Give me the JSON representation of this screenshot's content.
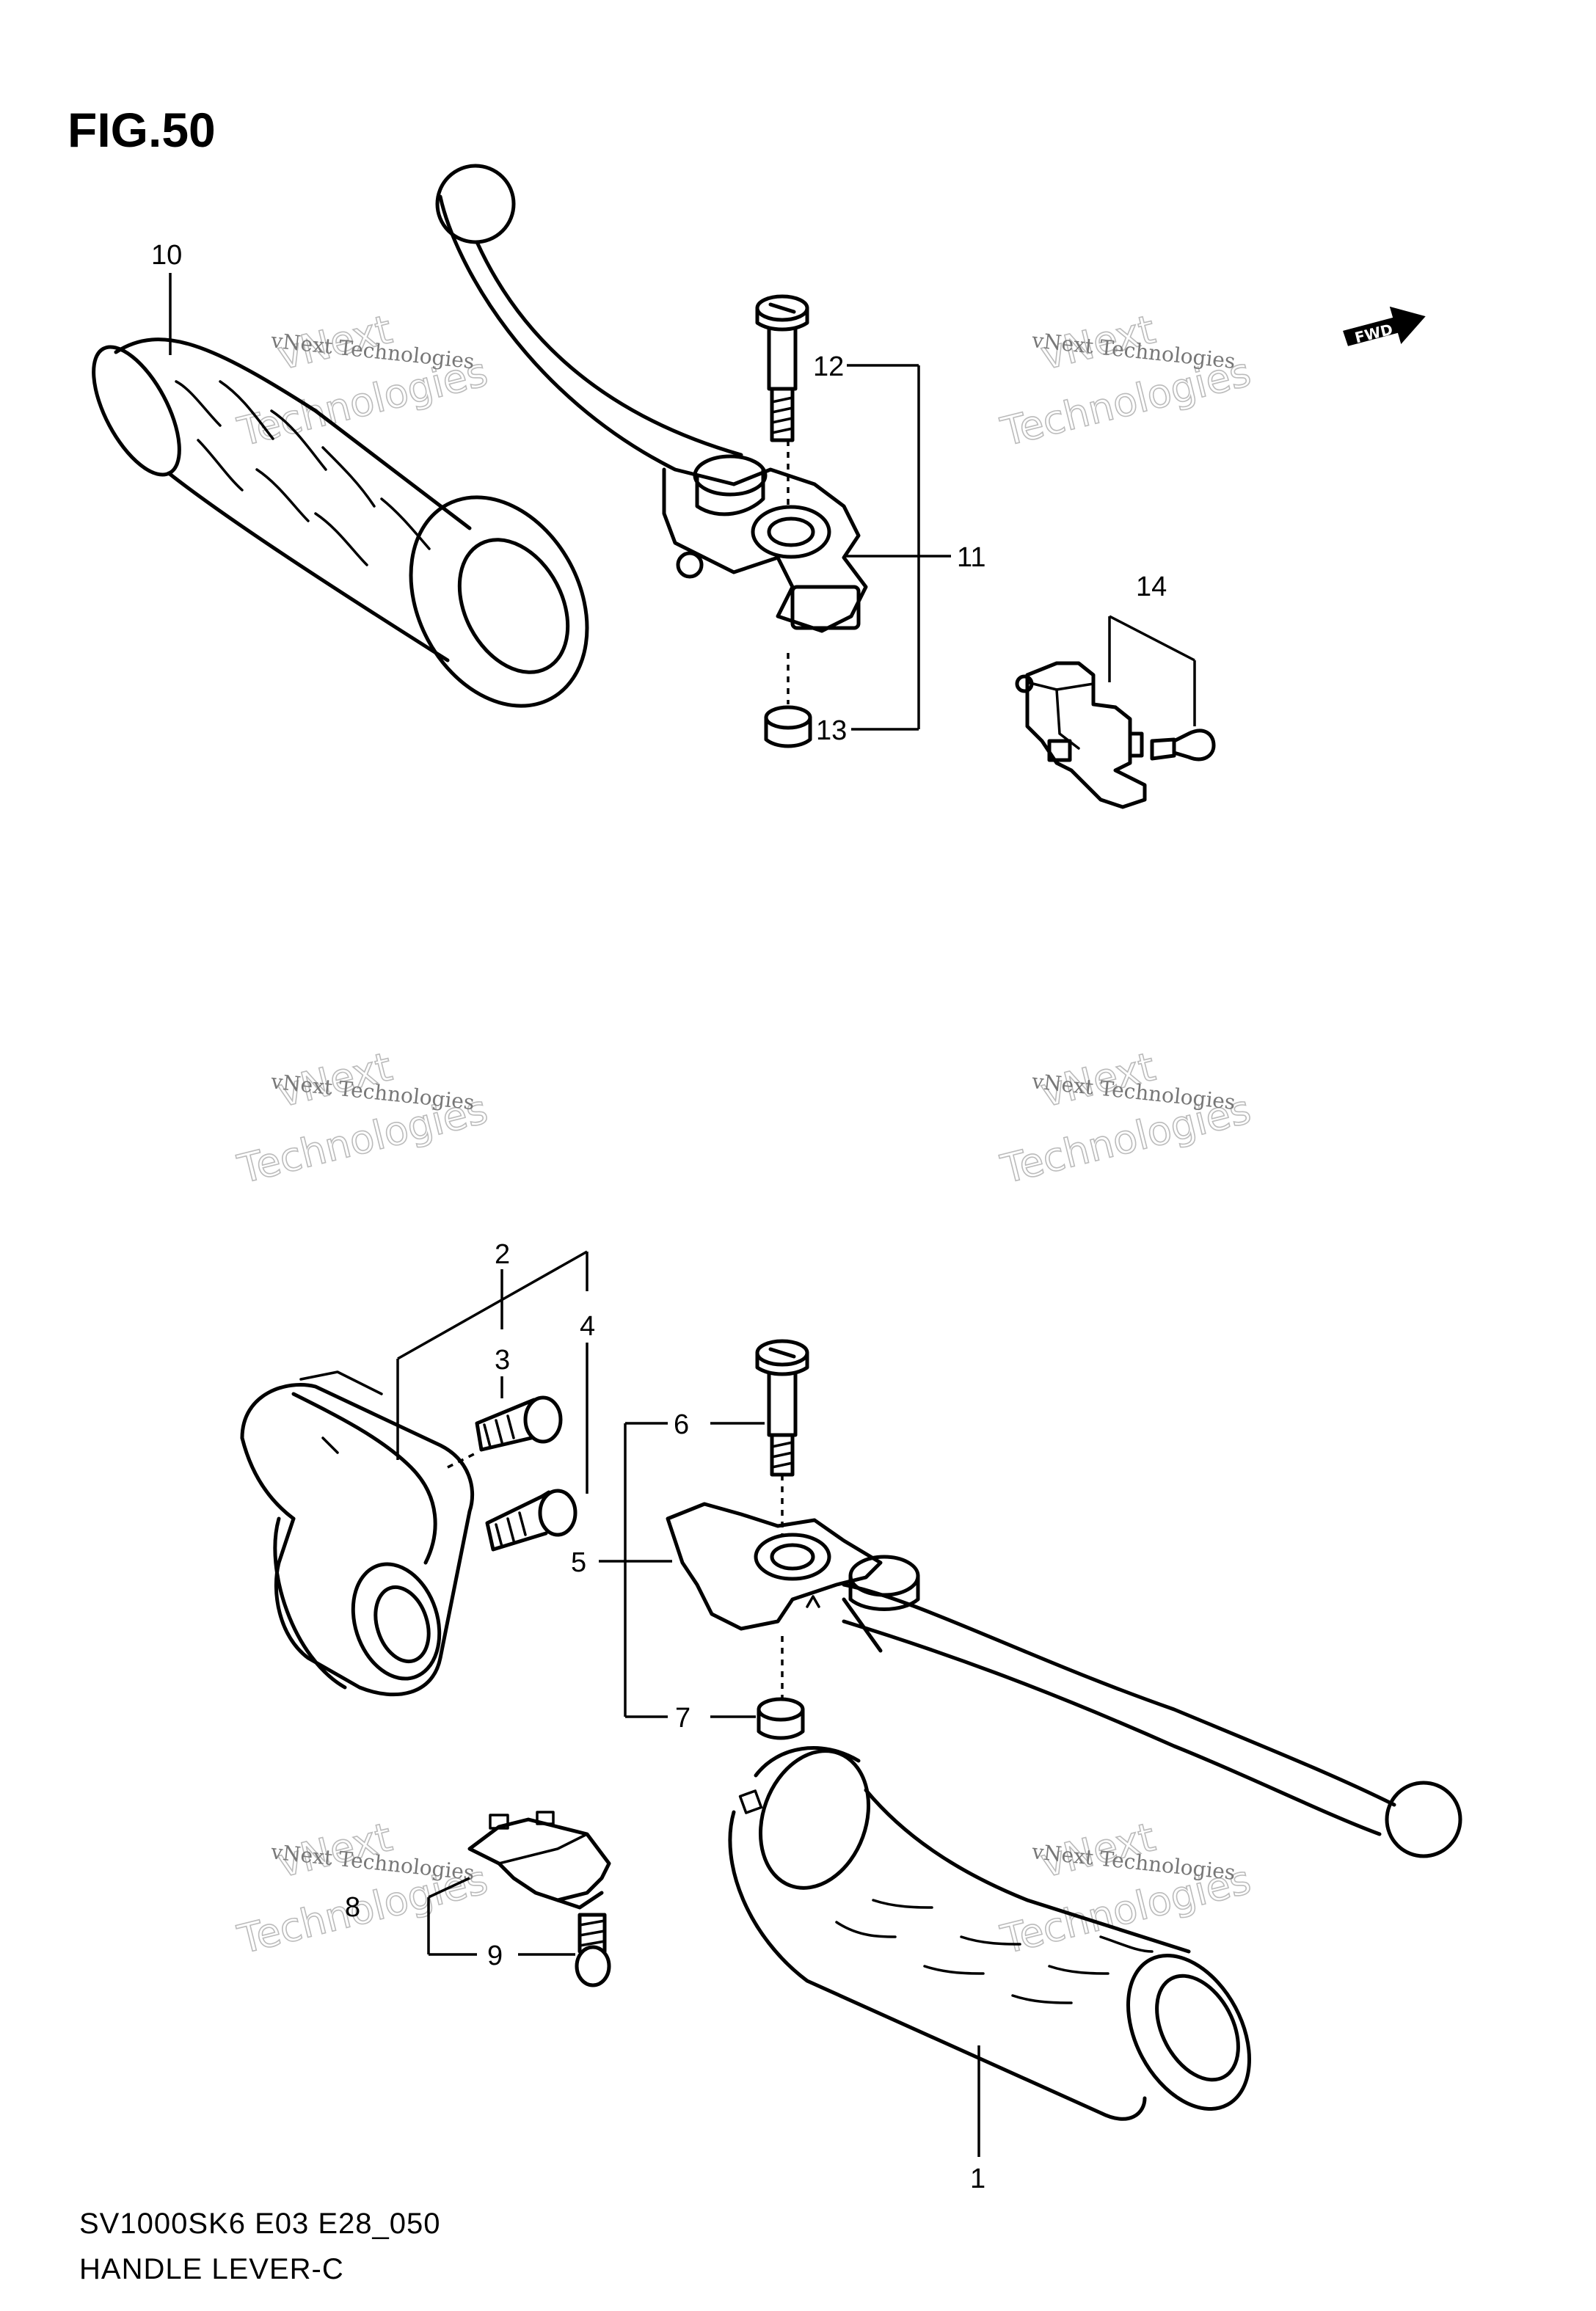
{
  "figure": {
    "title": "FIG.50",
    "model_code": "SV1000SK6 E03 E28_050",
    "section_name": "HANDLE LEVER-C"
  },
  "direction_marker": {
    "label": "FWD",
    "icon": "forward-arrow-icon"
  },
  "watermark": {
    "line1": "vNext Technologies",
    "line2": "vNext",
    "line3": "Technologies"
  },
  "callouts": {
    "c1": "1",
    "c2": "2",
    "c3": "3",
    "c4": "4",
    "c5": "5",
    "c6": "6",
    "c7": "7",
    "c8": "8",
    "c9": "9",
    "c10": "10",
    "c11": "11",
    "c12": "12",
    "c13": "13",
    "c14": "14"
  },
  "colors": {
    "ink": "#000000",
    "background": "#ffffff",
    "watermark": "#999999"
  }
}
